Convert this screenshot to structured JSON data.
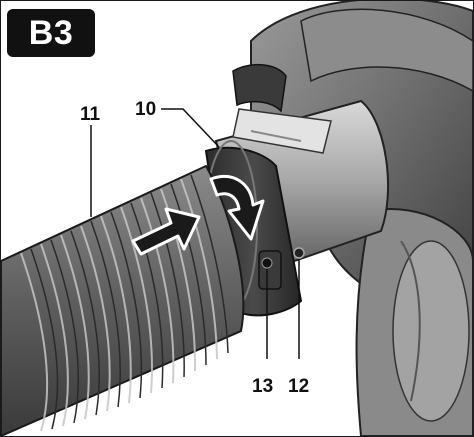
{
  "figure": {
    "label": "B3",
    "callouts": {
      "c11": "11",
      "c10": "10",
      "c13": "13",
      "c12": "12"
    }
  },
  "colors": {
    "ink": "#111111",
    "metal_dark": "#4a4a4a",
    "metal_mid": "#7a7a7a",
    "metal_light": "#bdbdbd",
    "hose": "#5f5f5f",
    "arrow": "#1a1a1a"
  },
  "icons": {
    "push_arrow": "arrow-right-icon",
    "rotate_arrow": "curved-arrow-clockwise-icon"
  }
}
